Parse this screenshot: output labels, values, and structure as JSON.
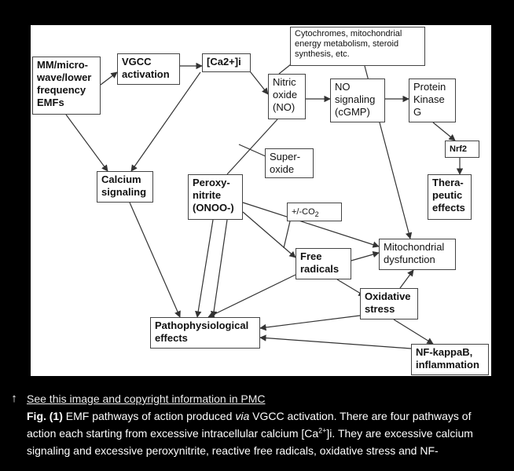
{
  "figure": {
    "nodes": {
      "emf": [
        "MM/micro-",
        "wave/lower",
        "frequency",
        "EMFs"
      ],
      "vgcc": [
        "VGCC",
        "activation"
      ],
      "ca": [
        "[Ca2+]i"
      ],
      "cyto": [
        "Cytochromes, mitochondrial",
        "energy metabolism, steroid",
        "synthesis, etc."
      ],
      "no": [
        "Nitric",
        "oxide",
        "(NO)"
      ],
      "nosig": [
        "NO",
        "signaling",
        "(cGMP)"
      ],
      "pkg": [
        "Protein",
        "Kinase",
        "G"
      ],
      "nrf2": [
        "Nrf2"
      ],
      "superoxide": [
        "Super-",
        "oxide"
      ],
      "calcium": [
        "Calcium",
        "signaling"
      ],
      "peroxy": [
        "Peroxy-",
        "nitrite",
        "(ONOO-)"
      ],
      "co2_prefix": "+/-CO",
      "co2_sub": "2",
      "thera": [
        "Thera-",
        "peutic",
        "effects"
      ],
      "mito": [
        "Mitochondrial",
        "dysfunction"
      ],
      "free": [
        "Free",
        "radicals"
      ],
      "oxid": [
        "Oxidative",
        "stress"
      ],
      "patho": [
        "Pathophysiological",
        "effects"
      ],
      "nfkb": [
        "NF-kappaB,",
        "inflammation"
      ]
    }
  },
  "caption": {
    "link_text": "See this image and copyright information in PMC",
    "fig_label": "Fig. (1)",
    "text_1": "EMF pathways of action produced",
    "text_via": "via",
    "text_2": "VGCC activation. There are four pathways of action each starting from excessive intracellular calcium [Ca",
    "text_sup": "2+",
    "text_3": "]i. They are excessive calcium signaling and excessive peroxynitrite, reactive free radicals, oxidative stress and NF-"
  },
  "icons": {
    "link_icon": "up-arrow-icon"
  },
  "colors": {
    "background": "#000000",
    "figure_bg": "#ffffff",
    "line": "#333333",
    "caption_text": "#ffffff"
  }
}
